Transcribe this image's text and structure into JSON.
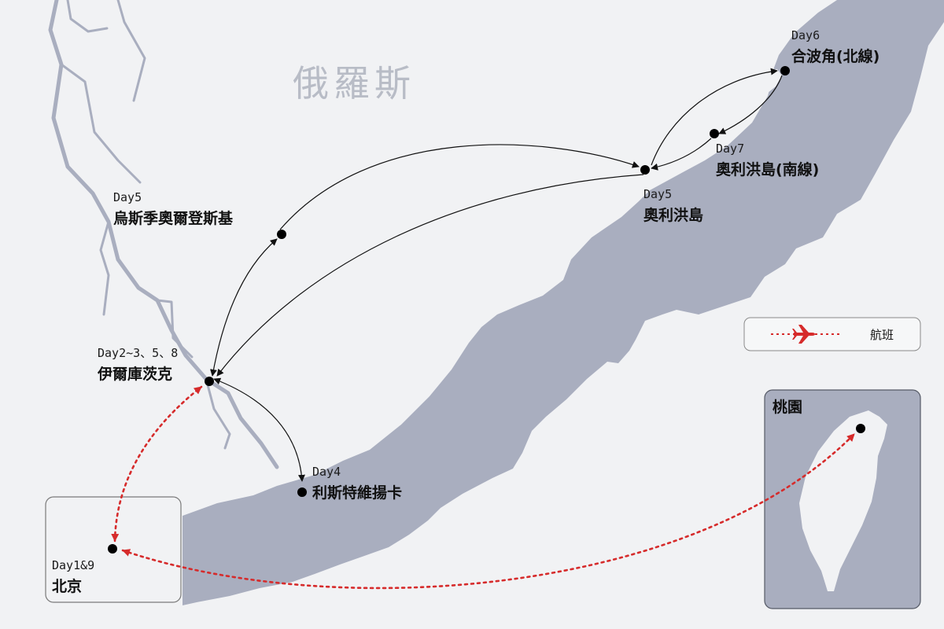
{
  "map": {
    "country_label": "俄羅斯",
    "colors": {
      "background": "#f1f2f4",
      "water": "#a9aebf",
      "river": "#a9aebf",
      "route": "#111111",
      "flight": "#d62b2b",
      "stop": "#000000"
    },
    "stops": [
      {
        "id": "beijing",
        "day": "Day1&9",
        "name": "北京"
      },
      {
        "id": "irkutsk",
        "day": "Day2~3、5、8",
        "name": "伊爾庫茨克"
      },
      {
        "id": "listvyanka",
        "day": "Day4",
        "name": "利斯特維揚卡"
      },
      {
        "id": "ust-orda",
        "day": "Day5",
        "name": "烏斯季奧爾登斯基"
      },
      {
        "id": "olkhon",
        "day": "Day5",
        "name": "奧利洪島"
      },
      {
        "id": "khoboy",
        "day": "Day6",
        "name": "合波角(北線)"
      },
      {
        "id": "olkhon-south",
        "day": "Day7",
        "name": "奧利洪島(南線)"
      }
    ],
    "inset": {
      "label": "桃園"
    },
    "legend": {
      "label": "航班",
      "icon": "airplane-icon"
    }
  }
}
